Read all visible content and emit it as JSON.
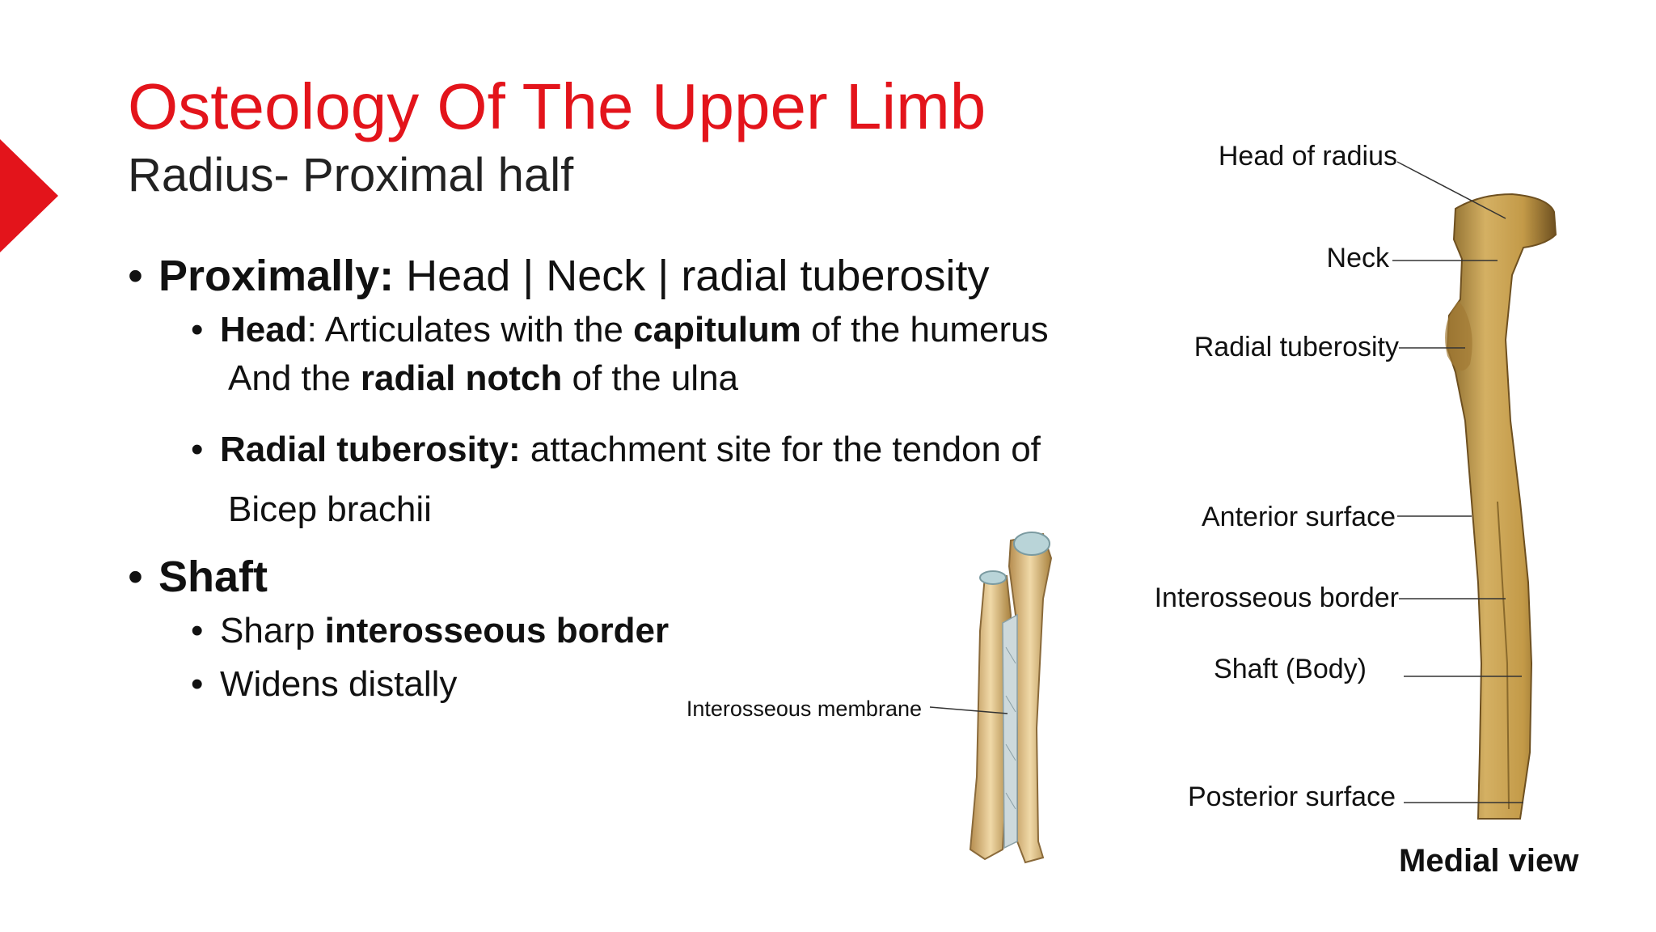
{
  "slide": {
    "title": "Osteology Of The Upper Limb",
    "subtitle": "Radius- Proximal half",
    "accent_color": "#e3141b",
    "bullets": {
      "proximally": {
        "label": "Proximally:",
        "text": " Head | Neck | radial tuberosity"
      },
      "head": {
        "label": "Head",
        "text1": ": Articulates with the ",
        "bold1": "capitulum",
        "text2": " of the humerus",
        "cont_text1": "And the ",
        "cont_bold": "radial notch",
        "cont_text2": " of the ulna"
      },
      "tuberosity": {
        "label": "Radial tuberosity:",
        "text": " attachment site for the tendon of",
        "cont": "Bicep brachii"
      },
      "shaft": {
        "label": "Shaft"
      },
      "sharp": {
        "text": "Sharp ",
        "bold": "interosseous border"
      },
      "widens": {
        "text": "Widens distally"
      }
    },
    "figure_small": {
      "label": "Interosseous membrane"
    },
    "figure_large": {
      "labels": {
        "head": "Head of radius",
        "neck": "Neck",
        "tuberosity": "Radial tuberosity",
        "anterior": "Anterior surface",
        "interosseous": "Interosseous border",
        "shaft": "Shaft (Body)",
        "posterior": "Posterior surface"
      },
      "caption": "Medial view",
      "bone_color": "#c9a253"
    }
  }
}
